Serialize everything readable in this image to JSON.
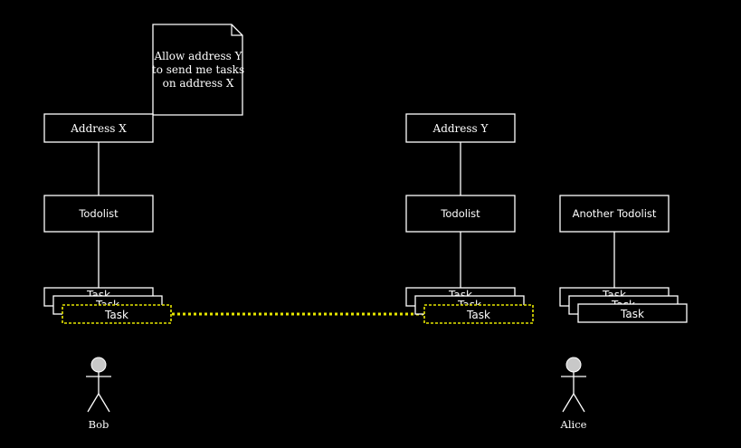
{
  "note": {
    "line1": "Allow address Y",
    "line2": "to send me tasks",
    "line3": "on address X"
  },
  "bob": {
    "address": "Address X",
    "todolist": "Todolist",
    "task_back": "Task",
    "task_mid": "Task",
    "task_front": "Task",
    "person": "Bob"
  },
  "alice": {
    "address": "Address Y",
    "todolist": "Todolist",
    "task_back": "Task",
    "task_mid": "Task",
    "task_front": "Task",
    "another_todolist": "Another Todolist",
    "other_task_back": "Task",
    "other_task_mid": "Task",
    "other_task_front": "Task",
    "person": "Alice"
  },
  "colors": {
    "background": "#000000",
    "stroke": "#ffffff",
    "highlight": "#e6e600"
  }
}
